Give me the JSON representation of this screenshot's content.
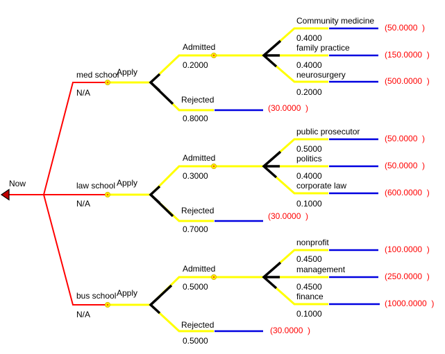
{
  "diagram_type": "decision-tree",
  "root": {
    "label": "Now"
  },
  "colors": {
    "background": "#ffffff",
    "root_branch_red": "#ff0000",
    "branch_yellow": "#ffff00",
    "terminal_blue": "#0000e0",
    "node_black": "#000000",
    "payoff_text_red": "#ff0000",
    "label_text": "#000000",
    "dot_fill": "#ffff00",
    "dot_center": "#ff5a00"
  },
  "schools": [
    {
      "name": "med school",
      "value": "N/A",
      "action": "Apply",
      "admitted": {
        "name": "Admitted",
        "prob": "0.2000"
      },
      "rejected": {
        "name": "Rejected",
        "prob": "0.8000",
        "payoff": "(30.0000  )"
      },
      "careers": [
        {
          "name": "Community medicine",
          "prob": "0.4000",
          "payoff": "(50.0000  )"
        },
        {
          "name": "family practice",
          "prob": "0.4000",
          "payoff": "(150.0000  )"
        },
        {
          "name": "neurosurgery",
          "prob": "0.2000",
          "payoff": "(500.0000  )"
        }
      ]
    },
    {
      "name": "law school",
      "value": "N/A",
      "action": "Apply",
      "admitted": {
        "name": "Admitted",
        "prob": "0.3000"
      },
      "rejected": {
        "name": "Rejected",
        "prob": "0.7000",
        "payoff": "(30.0000  )"
      },
      "careers": [
        {
          "name": "public prosecutor",
          "prob": "0.5000",
          "payoff": "(50.0000  )"
        },
        {
          "name": "politics",
          "prob": "0.4000",
          "payoff": "(50.0000  )"
        },
        {
          "name": "corporate law",
          "prob": "0.1000",
          "payoff": "(600.0000  )"
        }
      ]
    },
    {
      "name": "bus school",
      "value": "N/A",
      "action": "Apply",
      "admitted": {
        "name": "Admitted",
        "prob": "0.5000"
      },
      "rejected": {
        "name": "Rejected",
        "prob": "0.5000",
        "payoff": "(30.0000  )"
      },
      "careers": [
        {
          "name": "nonprofit",
          "prob": "0.4500",
          "payoff": "(100.0000  )"
        },
        {
          "name": "management",
          "prob": "0.4500",
          "payoff": "(250.0000  )"
        },
        {
          "name": "finance",
          "prob": "0.1000",
          "payoff": "(1000.0000  )"
        }
      ]
    }
  ]
}
